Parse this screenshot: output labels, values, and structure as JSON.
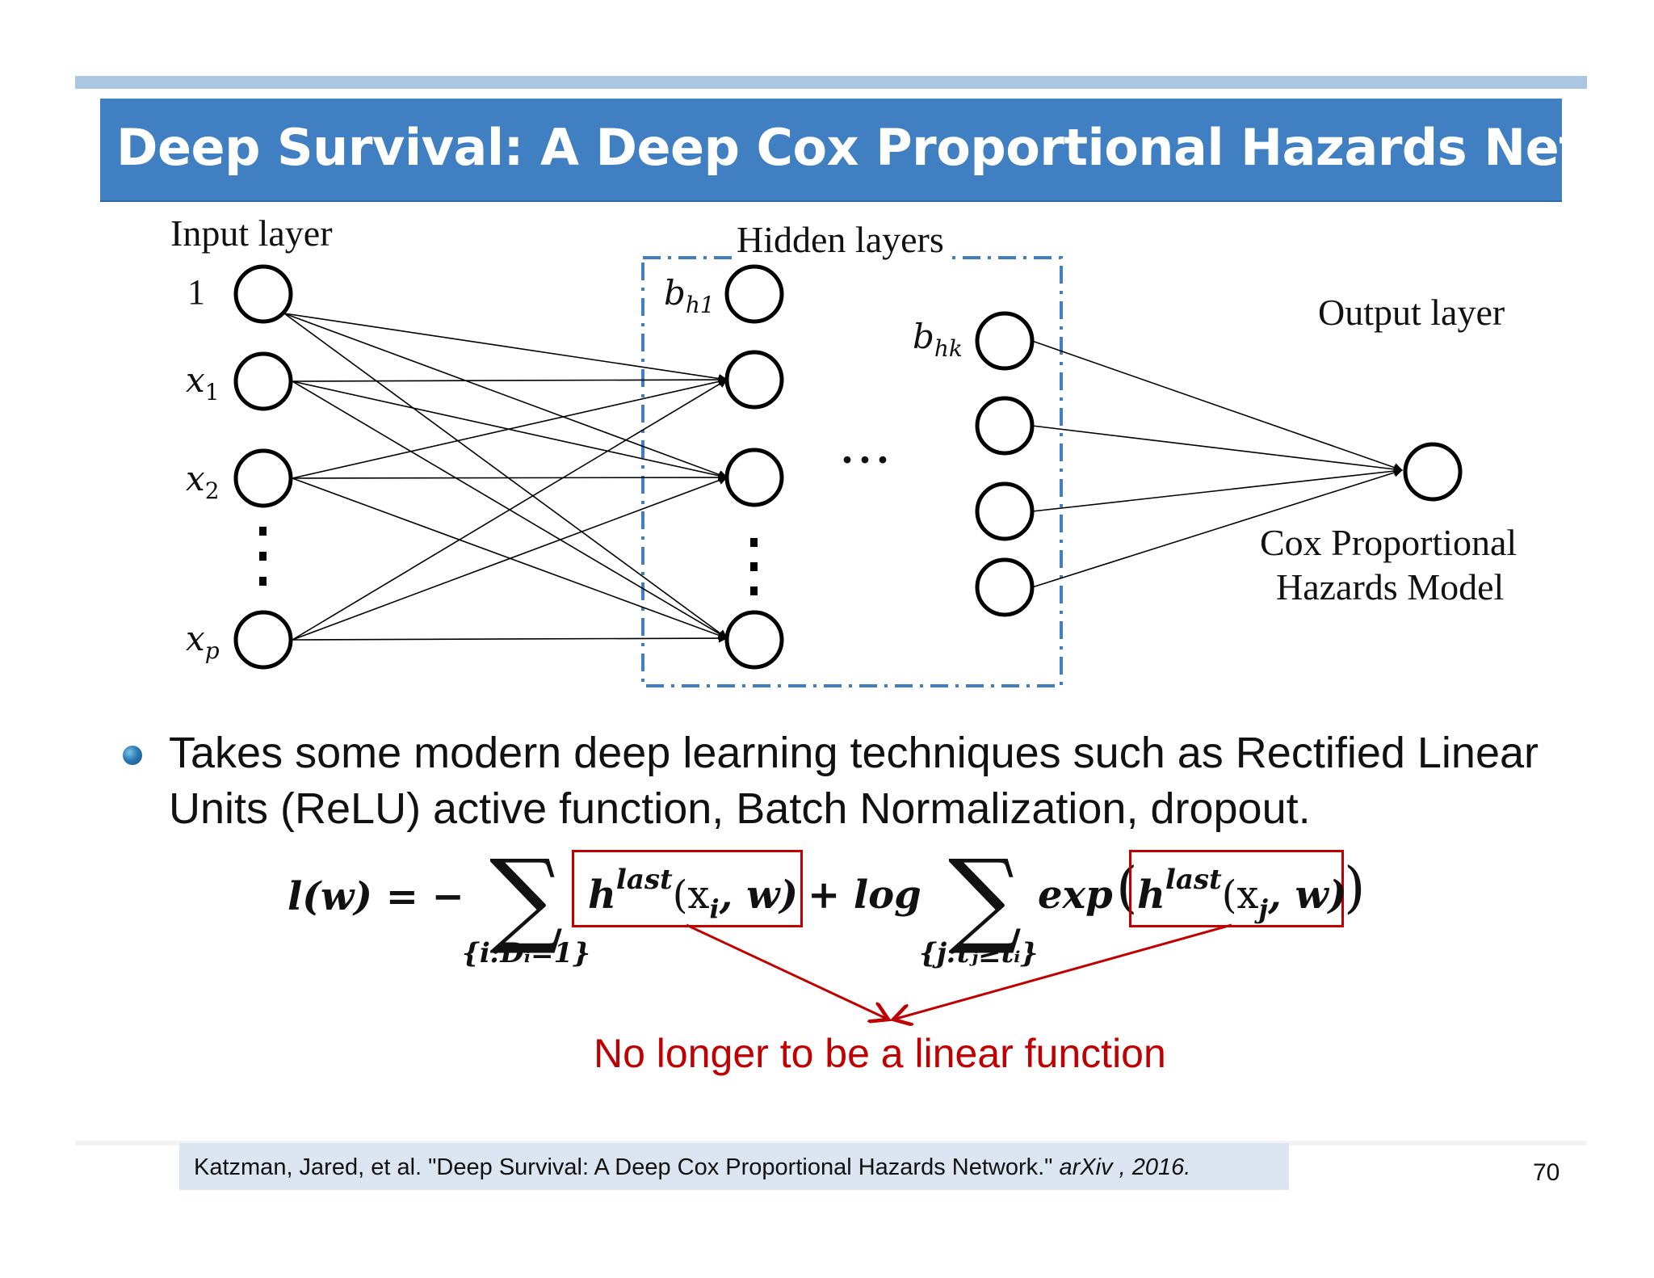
{
  "slide": {
    "title": "Deep Survival: A Deep Cox Proportional Hazards Network",
    "page_number": "70"
  },
  "diagram": {
    "input_layer_label": "Input layer",
    "hidden_layers_label": "Hidden layers",
    "output_layer_label": "Output layer",
    "output_description_line1": "Cox Proportional",
    "output_description_line2": "Hazards Model",
    "input_nodes": {
      "bias": "1",
      "x1": {
        "base": "x",
        "sub": "1"
      },
      "x2": {
        "base": "x",
        "sub": "2"
      },
      "xp": {
        "base": "x",
        "sub": "p"
      }
    },
    "hidden_bias_1": {
      "base": "b",
      "sub": "h1"
    },
    "hidden_bias_k": {
      "base": "b",
      "sub": "hk"
    },
    "ellipsis_horizontal": "···"
  },
  "bullet": {
    "text": "Takes some modern deep learning techniques such as Rectified Linear Units (ReLU) active function, Batch Normalization, dropout."
  },
  "formula": {
    "lhs": "l(w) = −",
    "sum1_under": "{i:Dᵢ=1}",
    "term1_h": "h",
    "term1_sup": "last",
    "term1_args": "(x",
    "term1_sub": "i",
    "term1_tail": ", w)",
    "plus_log": "+ log",
    "sum2_under": "{j:tⱼ≥tᵢ}",
    "exp": "exp",
    "term2_h": "h",
    "term2_sup": "last",
    "term2_args": "(x",
    "term2_sub": "j",
    "term2_tail": ", w)",
    "sigma": "∑",
    "open_paren": "(",
    "close_paren": ")"
  },
  "annotation": {
    "text": "No longer to be a linear function",
    "color": "#c00000"
  },
  "reference": {
    "text": "Katzman, Jared, et al. \"Deep Survival: A Deep Cox Proportional Hazards Network.\" ",
    "venue": "arXiv , 2016."
  },
  "colors": {
    "title_bar": "#3f7fc2",
    "top_rule": "#aac6e2",
    "hidden_box": "#3f7fc2",
    "reference_box": "#dbe6f2"
  }
}
